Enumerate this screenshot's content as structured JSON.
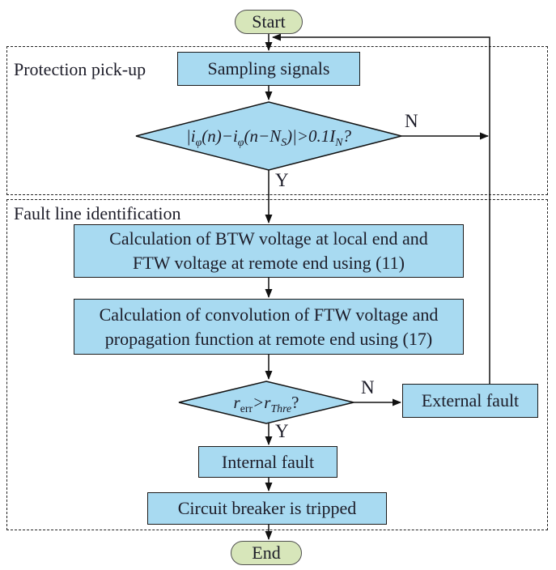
{
  "sections": {
    "pickup_label": "Protection pick-up",
    "fault_id_label": "Fault line identification"
  },
  "nodes": {
    "start": "Start",
    "sampling": "Sampling signals",
    "calc1_line1": "Calculation of BTW voltage at local end and",
    "calc1_line2": "FTW voltage at remote end using (11)",
    "calc2_line1": "Calculation of convolution of FTW voltage and",
    "calc2_line2": "propagation function at remote end using (17)",
    "external_fault": "External fault",
    "internal_fault": "Internal fault",
    "breaker": "Circuit breaker is tripped",
    "end": "End"
  },
  "branch_labels": {
    "d1_no": "N",
    "d1_yes": "Y",
    "d2_no": "N",
    "d2_yes": "Y"
  },
  "formulas": {
    "pickup": [
      "|i",
      "φ",
      "(n)−i",
      "φ",
      "(n−N",
      "S",
      ")|>0.1",
      "I",
      "N",
      "?"
    ],
    "ratio": [
      "r",
      "err",
      ">",
      "r",
      "Thre",
      "?"
    ]
  },
  "colors": {
    "process_fill": "#a8daf1",
    "terminal_fill": "#d7e6ba",
    "line": "#111111",
    "text": "#1c1c28",
    "dashed_border": "#222222"
  }
}
